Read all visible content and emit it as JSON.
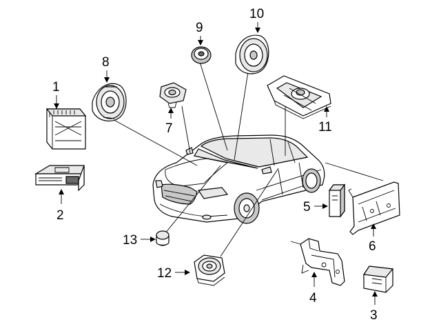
{
  "callouts": {
    "c1": "1",
    "c2": "2",
    "c3": "3",
    "c4": "4",
    "c5": "5",
    "c6": "6",
    "c7": "7",
    "c8": "8",
    "c9": "9",
    "c10": "10",
    "c11": "11",
    "c12": "12",
    "c13": "13"
  },
  "icons": {
    "vehicle": "sedan-illustration-icon",
    "parts": [
      "amplifier",
      "radio-receiver",
      "control-module",
      "mounting-bracket",
      "tuner-module",
      "amplifier-bracket",
      "tweeter",
      "door-speaker",
      "dash-tweeter",
      "front-door-speaker",
      "rear-shelf-subwoofer",
      "subwoofer",
      "knob"
    ]
  }
}
